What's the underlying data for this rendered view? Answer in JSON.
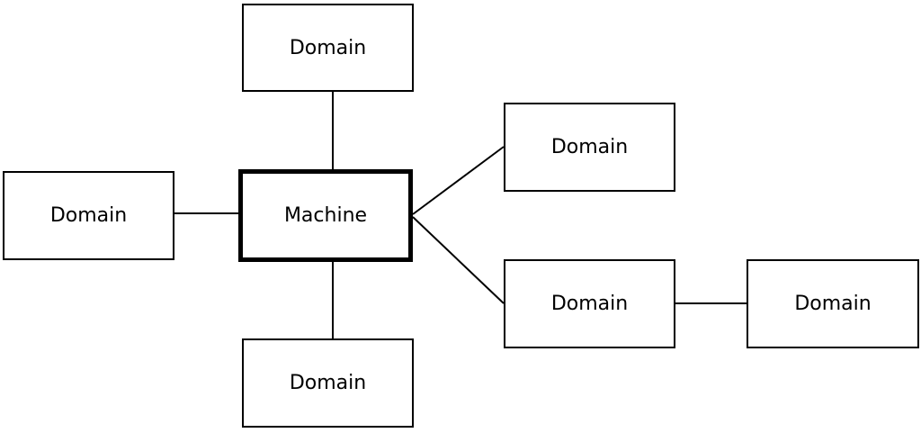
{
  "center": {
    "label": "Machine"
  },
  "domains": [
    {
      "label": "Domain"
    },
    {
      "label": "Domain"
    },
    {
      "label": "Domain"
    },
    {
      "label": "Domain"
    },
    {
      "label": "Domain"
    },
    {
      "label": "Domain"
    }
  ]
}
